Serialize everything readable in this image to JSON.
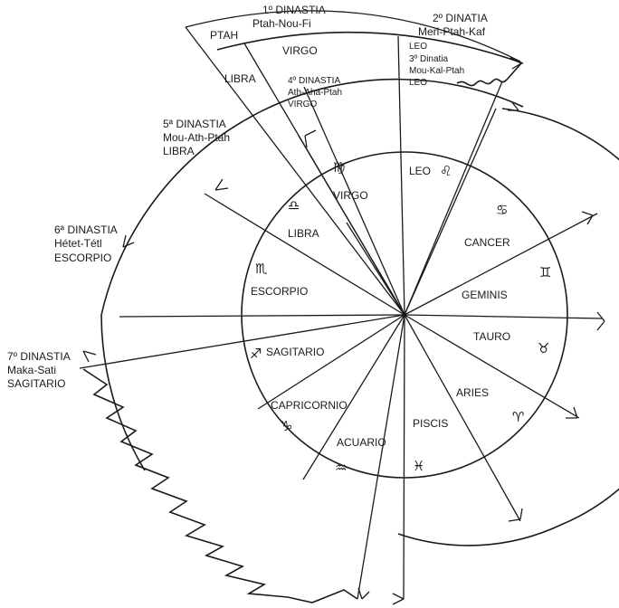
{
  "dynasties": {
    "d1": {
      "title": "1º DINASTIA",
      "name": "Ptah-Nou-Fi"
    },
    "d2": {
      "title": "2º DINATIA",
      "name": "Meri-Ptah-Kaf"
    },
    "d3": {
      "title": "3º Dinatia",
      "name": "Mou-Kal-Ptah"
    },
    "d4": {
      "title": "4º DINASTIA",
      "name": "Ath-Aha-Ptah"
    },
    "d5": {
      "title": "5ª DINASTIA",
      "name": "Mou-Ath-Ptah",
      "sign": "LIBRA"
    },
    "d6": {
      "title": "6ª DINASTIA",
      "name": "Hétet-Tétl",
      "sign": "ESCORPIO"
    },
    "d7": {
      "title": "7º DINASTIA",
      "name": "Maka-Sati",
      "sign": "SAGITARIO"
    }
  },
  "outer_labels": {
    "ptah": "PTAH",
    "virgo": "VIRGO",
    "libra": "LIBRA",
    "d4_sign": "VIRGO",
    "leo1": "LEO",
    "leo2": "LEO"
  },
  "signs": {
    "virgo": {
      "label": "VIRGO",
      "glyph": "♍"
    },
    "leo": {
      "label": "LEO",
      "glyph": "♌"
    },
    "cancer": {
      "label": "CANCER",
      "glyph": "♋"
    },
    "geminis": {
      "label": "GEMINIS",
      "glyph": "♊"
    },
    "tauro": {
      "label": "TAURO",
      "glyph": "♉"
    },
    "aries": {
      "label": "ARIES",
      "glyph": "♈"
    },
    "piscis": {
      "label": "PISCIS",
      "glyph": "♓"
    },
    "acuario": {
      "label": "ACUARIO",
      "glyph": "♒"
    },
    "capricornio": {
      "label": "CAPRICORNIO",
      "glyph": "♑"
    },
    "sagitario": {
      "label": "SAGITARIO",
      "glyph": "♐"
    },
    "escorpio": {
      "label": "ESCORPIO",
      "glyph": "♏"
    },
    "libra": {
      "label": "LIBRA",
      "glyph": "♎"
    }
  }
}
